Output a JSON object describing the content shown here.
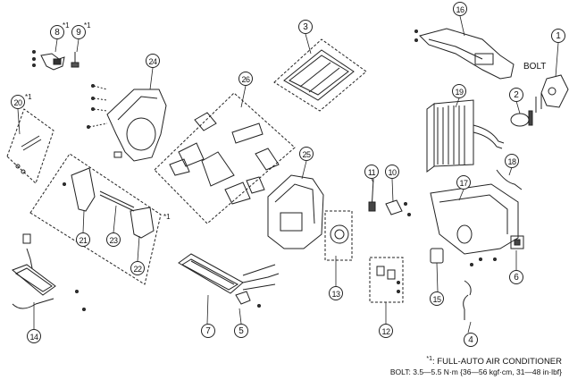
{
  "callouts": {
    "c1": "1",
    "c2": "2",
    "c3": "3",
    "c4": "4",
    "c5": "5",
    "c6": "6",
    "c7": "7",
    "c8": "8",
    "c9": "9",
    "c10": "10",
    "c11": "11",
    "c12": "12",
    "c13": "13",
    "c14": "14",
    "c15": "15",
    "c16": "16",
    "c17": "17",
    "c18": "18",
    "c19": "19",
    "c20": "20",
    "c21": "21",
    "c22": "22",
    "c23": "23",
    "c24": "24",
    "c25": "25",
    "c26": "26"
  },
  "asterisk_marks": {
    "m8": "*1",
    "m9": "*1",
    "m20": "*1",
    "group": "*1"
  },
  "bolt_label": "BOLT",
  "notes": {
    "asterisk": "*1",
    "full_auto": ": FULL-AUTO AIR CONDITIONER",
    "torque": "BOLT: 3.5—5.5 N·m {36—56 kgf·cm, 31—48 in·lbf}"
  }
}
